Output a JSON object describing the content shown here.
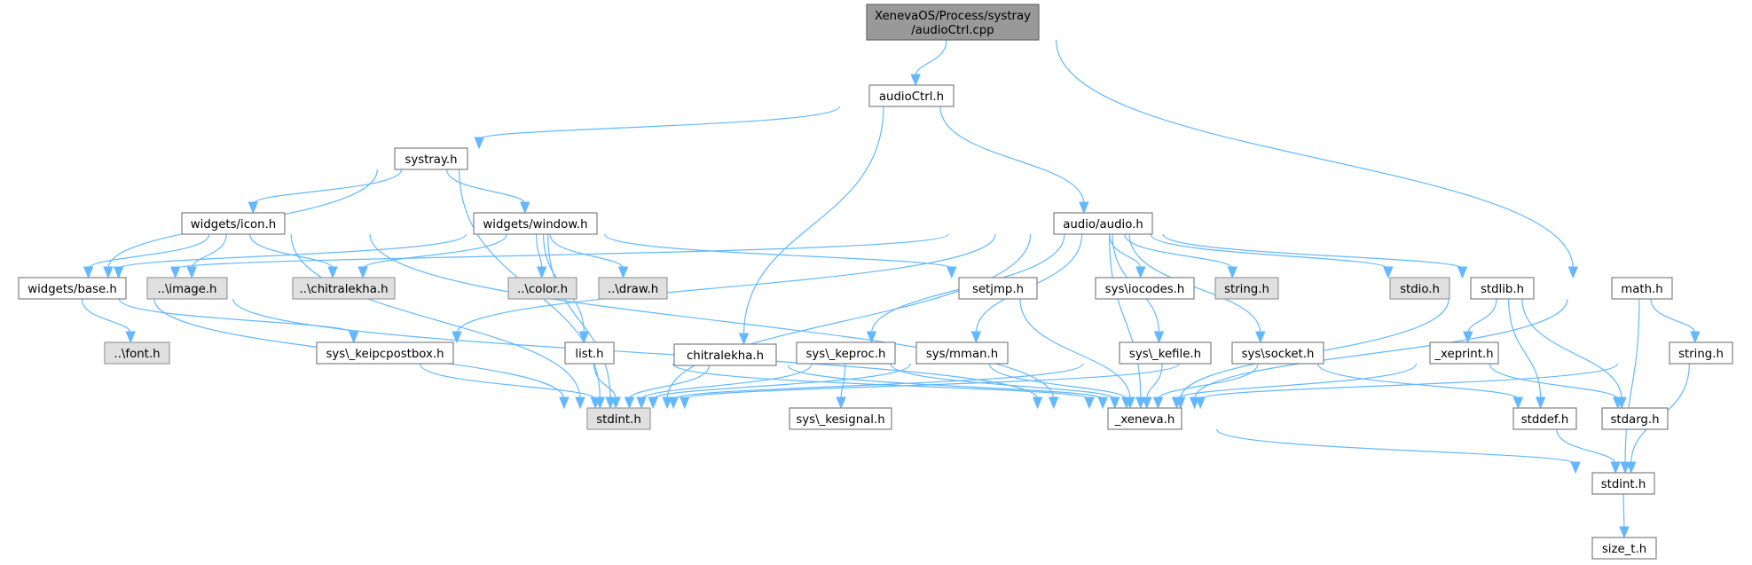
{
  "diagram": {
    "title": "Include dependency graph for audioCtrl.cpp",
    "colors": {
      "edge": "#63b8ff",
      "root_fill": "#999999",
      "normal_fill": "#ffffff",
      "external_fill": "#e0e0e0",
      "border": "#808080"
    },
    "nodes": [
      {
        "id": "root",
        "lines": [
          "XenevaOS/Process/systray",
          "/audioCtrl.cpp"
        ],
        "kind": "root"
      },
      {
        "id": "audioCtrl_h",
        "lines": [
          "audioCtrl.h"
        ],
        "kind": "normal"
      },
      {
        "id": "systray_h",
        "lines": [
          "systray.h"
        ],
        "kind": "normal"
      },
      {
        "id": "chitralekha_h",
        "lines": [
          "chitralekha.h"
        ],
        "kind": "normal"
      },
      {
        "id": "audio_h",
        "lines": [
          "audio/audio.h"
        ],
        "kind": "normal"
      },
      {
        "id": "math_h",
        "lines": [
          "math.h"
        ],
        "kind": "normal"
      },
      {
        "id": "icon_h",
        "lines": [
          "widgets/icon.h"
        ],
        "kind": "normal"
      },
      {
        "id": "window_h",
        "lines": [
          "widgets/window.h"
        ],
        "kind": "normal"
      },
      {
        "id": "base_h",
        "lines": [
          "widgets/base.h"
        ],
        "kind": "normal"
      },
      {
        "id": "image_h",
        "lines": [
          "..\\image.h"
        ],
        "kind": "external"
      },
      {
        "id": "chitralekha_ext",
        "lines": [
          "..\\chitralekha.h"
        ],
        "kind": "external"
      },
      {
        "id": "color_h",
        "lines": [
          "..\\color.h"
        ],
        "kind": "external"
      },
      {
        "id": "draw_h",
        "lines": [
          "..\\draw.h"
        ],
        "kind": "external"
      },
      {
        "id": "setjmp_h",
        "lines": [
          "setjmp.h"
        ],
        "kind": "normal"
      },
      {
        "id": "iocodes_h",
        "lines": [
          "sys\\iocodes.h"
        ],
        "kind": "normal"
      },
      {
        "id": "string_ext",
        "lines": [
          "string.h"
        ],
        "kind": "external"
      },
      {
        "id": "stdio_h",
        "lines": [
          "stdio.h"
        ],
        "kind": "external"
      },
      {
        "id": "stdlib_h",
        "lines": [
          "stdlib.h"
        ],
        "kind": "normal"
      },
      {
        "id": "font_h",
        "lines": [
          "..\\font.h"
        ],
        "kind": "external"
      },
      {
        "id": "keipcpostbox_h",
        "lines": [
          "sys\\_keipcpostbox.h"
        ],
        "kind": "normal"
      },
      {
        "id": "list_h",
        "lines": [
          "list.h"
        ],
        "kind": "normal"
      },
      {
        "id": "keproc_h",
        "lines": [
          "sys\\_keproc.h"
        ],
        "kind": "normal"
      },
      {
        "id": "mman_h",
        "lines": [
          "sys/mman.h"
        ],
        "kind": "normal"
      },
      {
        "id": "kefile_h",
        "lines": [
          "sys\\_kefile.h"
        ],
        "kind": "normal"
      },
      {
        "id": "socket_h",
        "lines": [
          "sys\\socket.h"
        ],
        "kind": "normal"
      },
      {
        "id": "xeprint_h",
        "lines": [
          "_xeprint.h"
        ],
        "kind": "normal"
      },
      {
        "id": "string_h",
        "lines": [
          "string.h"
        ],
        "kind": "normal"
      },
      {
        "id": "stdint_ext",
        "lines": [
          "stdint.h"
        ],
        "kind": "external"
      },
      {
        "id": "kesignal_h",
        "lines": [
          "sys\\_kesignal.h"
        ],
        "kind": "normal"
      },
      {
        "id": "xeneva_h",
        "lines": [
          "_xeneva.h"
        ],
        "kind": "normal"
      },
      {
        "id": "stddef_h",
        "lines": [
          "stddef.h"
        ],
        "kind": "normal"
      },
      {
        "id": "stdarg_h",
        "lines": [
          "stdarg.h"
        ],
        "kind": "normal"
      },
      {
        "id": "stdint_h",
        "lines": [
          "stdint.h"
        ],
        "kind": "normal"
      },
      {
        "id": "size_t_h",
        "lines": [
          "size_t.h"
        ],
        "kind": "normal"
      }
    ],
    "edges": [
      [
        "root",
        "audioCtrl_h"
      ],
      [
        "root",
        "math_h"
      ],
      [
        "audioCtrl_h",
        "systray_h"
      ],
      [
        "audioCtrl_h",
        "chitralekha_h"
      ],
      [
        "audioCtrl_h",
        "audio_h"
      ],
      [
        "systray_h",
        "icon_h"
      ],
      [
        "systray_h",
        "window_h"
      ],
      [
        "systray_h",
        "base_h"
      ],
      [
        "systray_h",
        "stdint_ext"
      ],
      [
        "icon_h",
        "base_h"
      ],
      [
        "icon_h",
        "image_h"
      ],
      [
        "icon_h",
        "chitralekha_ext"
      ],
      [
        "icon_h",
        "stdint_ext"
      ],
      [
        "icon_h",
        "xeneva_h"
      ],
      [
        "window_h",
        "base_h"
      ],
      [
        "window_h",
        "chitralekha_ext"
      ],
      [
        "window_h",
        "color_h"
      ],
      [
        "window_h",
        "draw_h"
      ],
      [
        "window_h",
        "setjmp_h"
      ],
      [
        "window_h",
        "list_h"
      ],
      [
        "window_h",
        "stdint_ext"
      ],
      [
        "base_h",
        "font_h"
      ],
      [
        "base_h",
        "keipcpostbox_h"
      ],
      [
        "base_h",
        "stdint_ext"
      ],
      [
        "base_h",
        "xeneva_h"
      ],
      [
        "audio_h",
        "base_h"
      ],
      [
        "audio_h",
        "keipcpostbox_h"
      ],
      [
        "audio_h",
        "keproc_h"
      ],
      [
        "audio_h",
        "mman_h"
      ],
      [
        "audio_h",
        "kefile_h"
      ],
      [
        "audio_h",
        "iocodes_h"
      ],
      [
        "audio_h",
        "string_ext"
      ],
      [
        "audio_h",
        "socket_h"
      ],
      [
        "audio_h",
        "stdio_h"
      ],
      [
        "audio_h",
        "stdlib_h"
      ],
      [
        "audio_h",
        "stdint_ext"
      ],
      [
        "audio_h",
        "xeneva_h"
      ],
      [
        "setjmp_h",
        "xeneva_h"
      ],
      [
        "keipcpostbox_h",
        "stdint_ext"
      ],
      [
        "list_h",
        "stdint_ext"
      ],
      [
        "list_h",
        "xeneva_h"
      ],
      [
        "chitralekha_h",
        "stdint_ext"
      ],
      [
        "chitralekha_h",
        "xeneva_h"
      ],
      [
        "keproc_h",
        "stdint_ext"
      ],
      [
        "keproc_h",
        "kesignal_h"
      ],
      [
        "keproc_h",
        "xeneva_h"
      ],
      [
        "mman_h",
        "stdint_ext"
      ],
      [
        "mman_h",
        "xeneva_h"
      ],
      [
        "kefile_h",
        "stdint_ext"
      ],
      [
        "kefile_h",
        "xeneva_h"
      ],
      [
        "socket_h",
        "stdint_ext"
      ],
      [
        "socket_h",
        "xeneva_h"
      ],
      [
        "socket_h",
        "stddef_h"
      ],
      [
        "stdlib_h",
        "xeprint_h"
      ],
      [
        "stdlib_h",
        "stddef_h"
      ],
      [
        "stdlib_h",
        "stdarg_h"
      ],
      [
        "stdlib_h",
        "xeneva_h"
      ],
      [
        "xeprint_h",
        "xeneva_h"
      ],
      [
        "xeprint_h",
        "stdarg_h"
      ],
      [
        "math_h",
        "string_h"
      ],
      [
        "math_h",
        "xeneva_h"
      ],
      [
        "math_h",
        "stdint_h"
      ],
      [
        "string_h",
        "xeneva_h"
      ],
      [
        "string_h",
        "stdint_h"
      ],
      [
        "xeneva_h",
        "stdint_h"
      ],
      [
        "stddef_h",
        "stdint_h"
      ],
      [
        "stdint_h",
        "size_t_h"
      ]
    ]
  }
}
